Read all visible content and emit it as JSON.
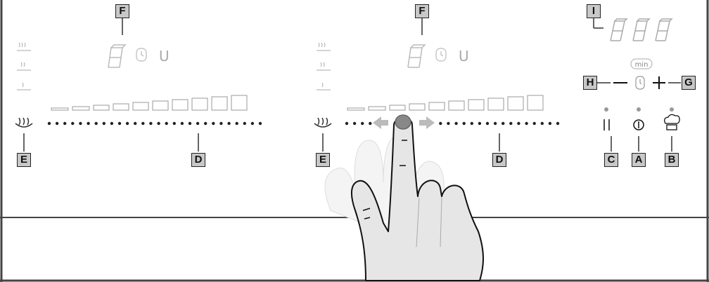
{
  "callouts": {
    "F_left": "F",
    "F_right": "F",
    "I": "I",
    "H": "H",
    "G": "G",
    "E_left": "E",
    "E_right": "E",
    "D_left": "D",
    "D_right": "D",
    "C": "C",
    "A": "A",
    "B": "B"
  },
  "display": {
    "zone_digit": "8",
    "zone_unit": "U",
    "timer_digits": "888",
    "timer_unit": "min"
  },
  "controls": {
    "minus_symbol": "—",
    "plus_symbol": "+"
  },
  "icons": [
    "heat-waves-icon",
    "zone-heat-icon",
    "timer-clock-icon",
    "pause-icon",
    "power-icon",
    "chef-hat-icon",
    "slide-arrows-icon",
    "finger-hand-icon"
  ]
}
